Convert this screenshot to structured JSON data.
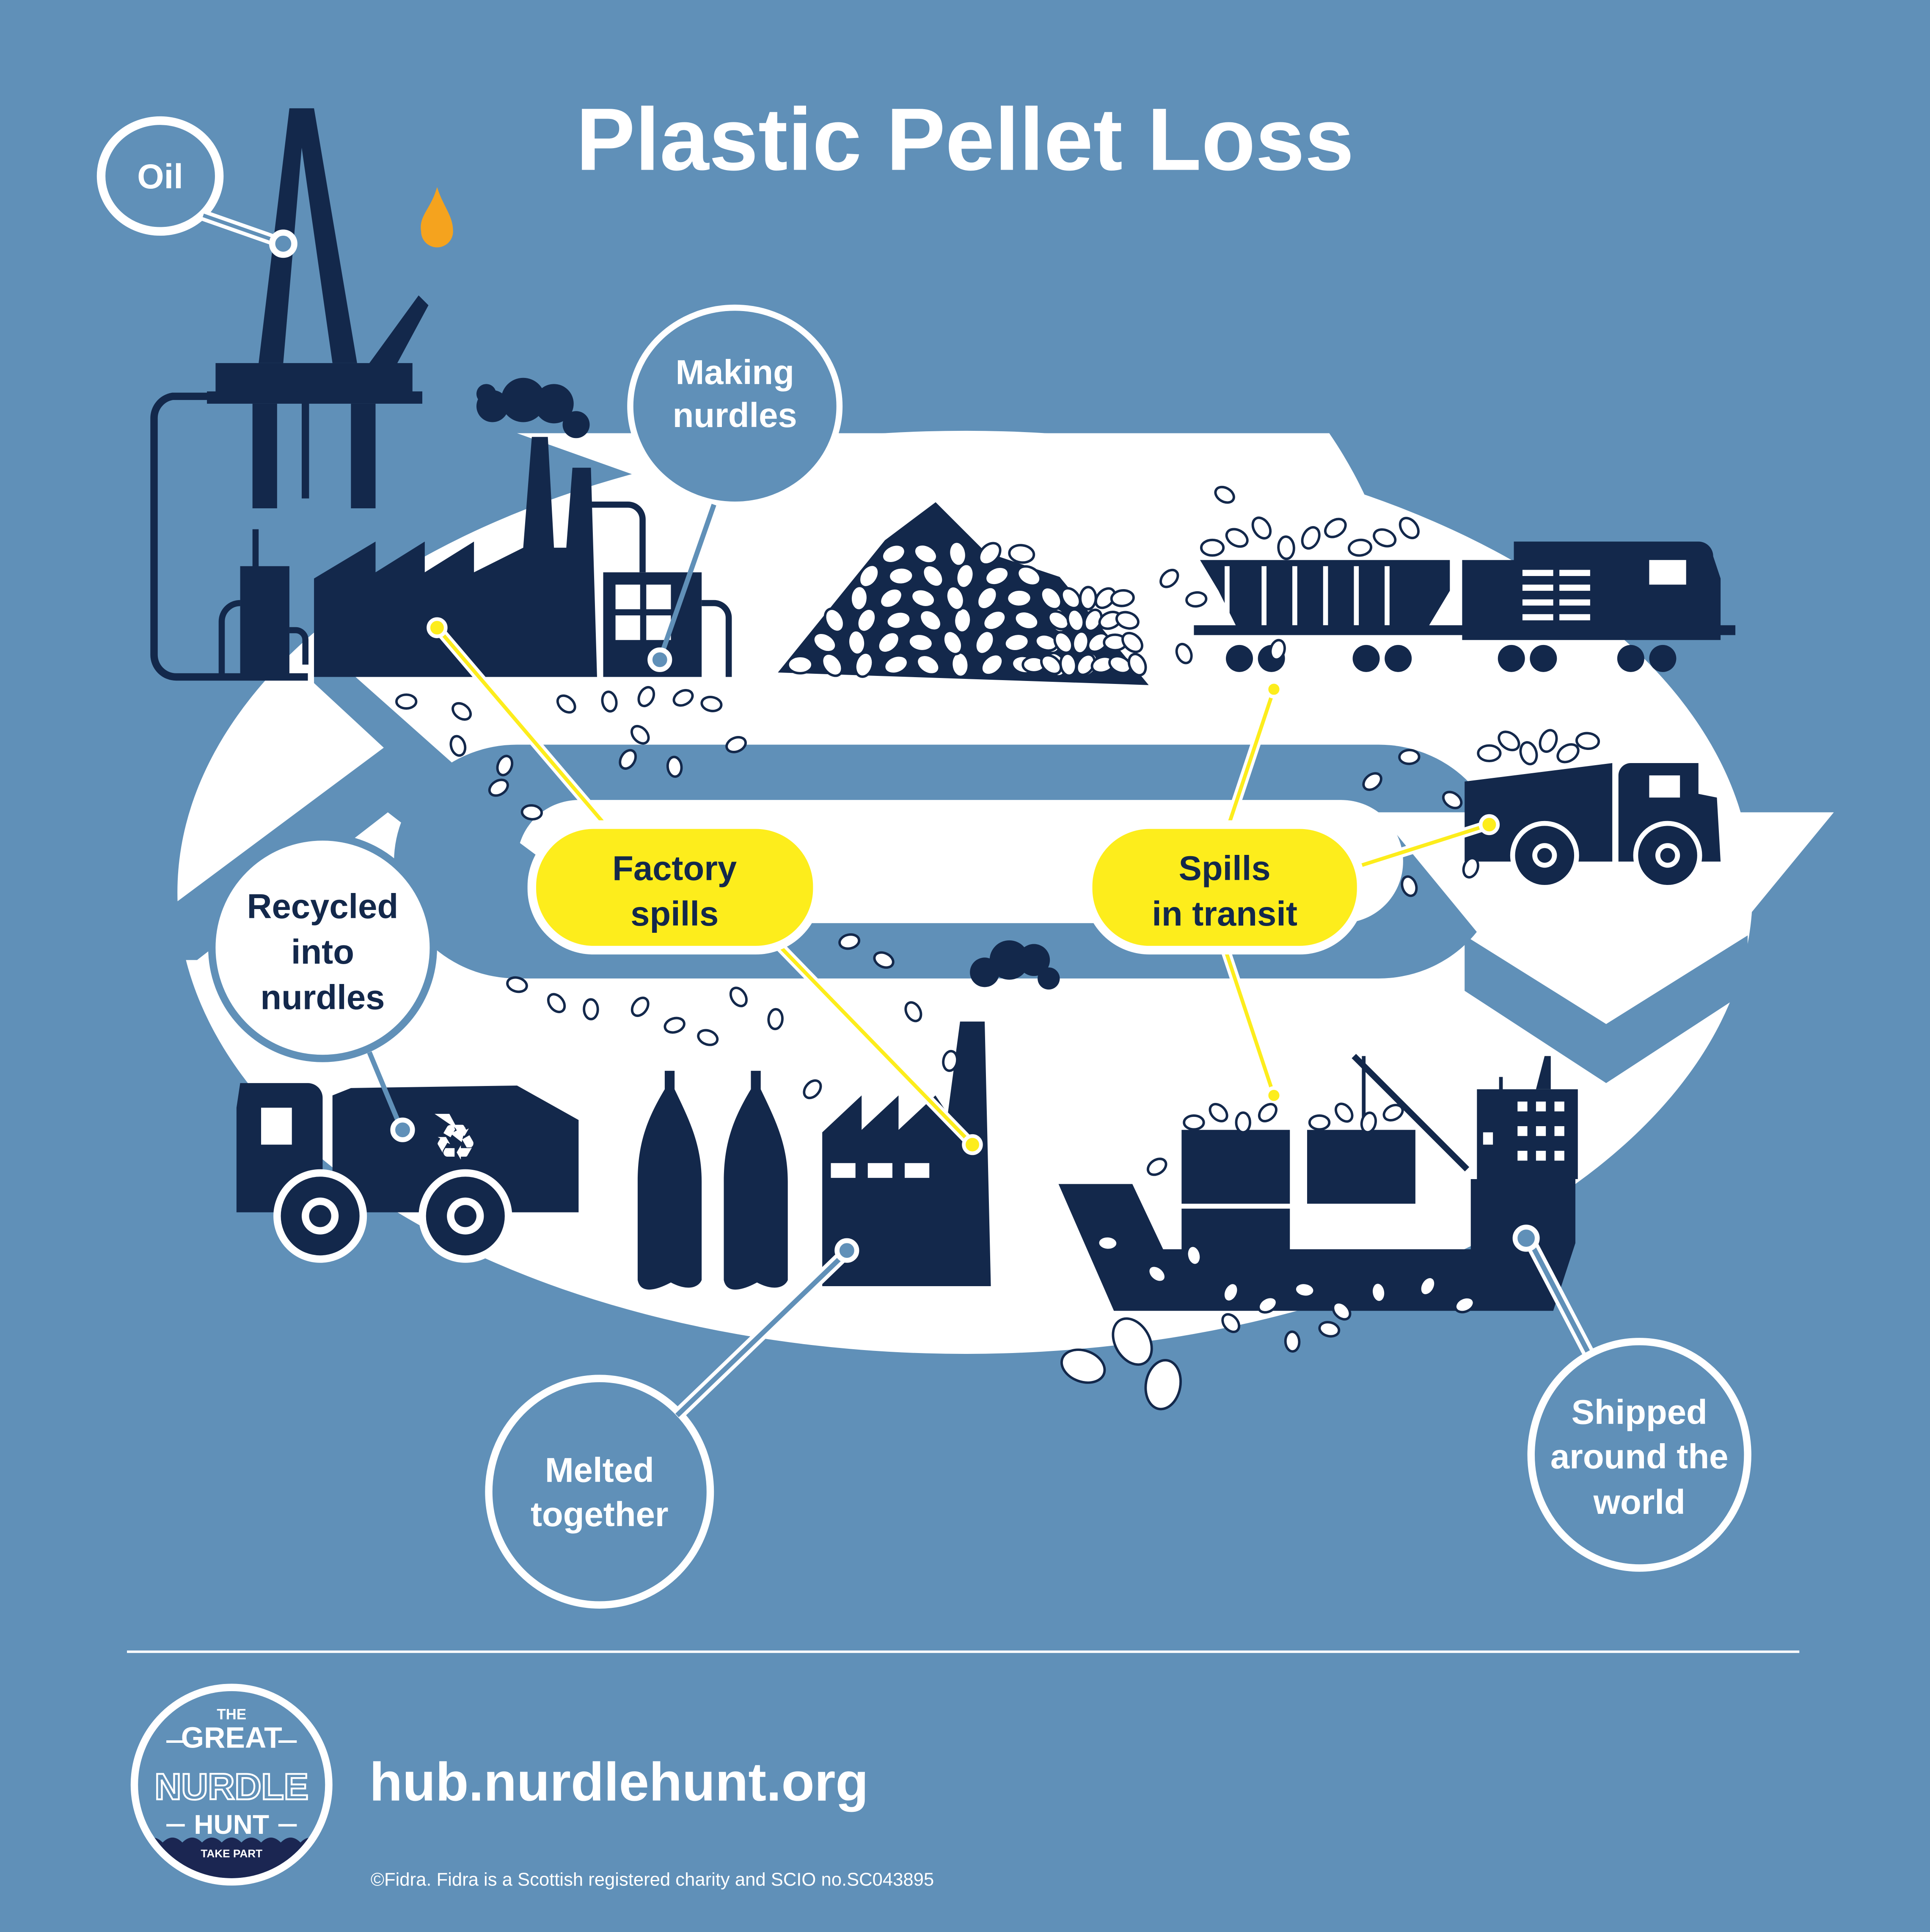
{
  "title": "Plastic Pellet Loss",
  "colors": {
    "background": "#6090b8",
    "loop": "#ffffff",
    "navy": "#13284b",
    "highlight": "#fded1c",
    "flame": "#f5a31e"
  },
  "stages": {
    "oil": {
      "label": "Oil",
      "icon": "oil-rig-icon"
    },
    "making": {
      "line1": "Making",
      "line2": "nurdles",
      "icon": "factory-icon"
    },
    "recycled": {
      "line1": "Recycled",
      "line2": "into",
      "line3": "nurdles",
      "icon": "recycling-truck-icon"
    },
    "melted": {
      "line1": "Melted",
      "line2": "together",
      "icon": "bottles-factory-icon"
    },
    "shipped": {
      "line1": "Shipped",
      "line2": "around the",
      "line3": "world",
      "icon": "cargo-ship-icon"
    }
  },
  "spills": {
    "factory": {
      "line1": "Factory",
      "line2": "spills"
    },
    "transit": {
      "line1": "Spills",
      "line2": "in transit"
    }
  },
  "transport_icons": [
    "pellet-pile-icon",
    "freight-train-icon",
    "dump-truck-icon"
  ],
  "footer": {
    "url": "hub.nurdlehunt.org",
    "copyright": "©Fidra. Fidra is a Scottish registered charity and SCIO no.SC043895",
    "logo": {
      "line1": "THE",
      "line2": "GREAT",
      "line3": "NURDLE",
      "line4": "HUNT",
      "line5": "TAKE PART"
    }
  }
}
